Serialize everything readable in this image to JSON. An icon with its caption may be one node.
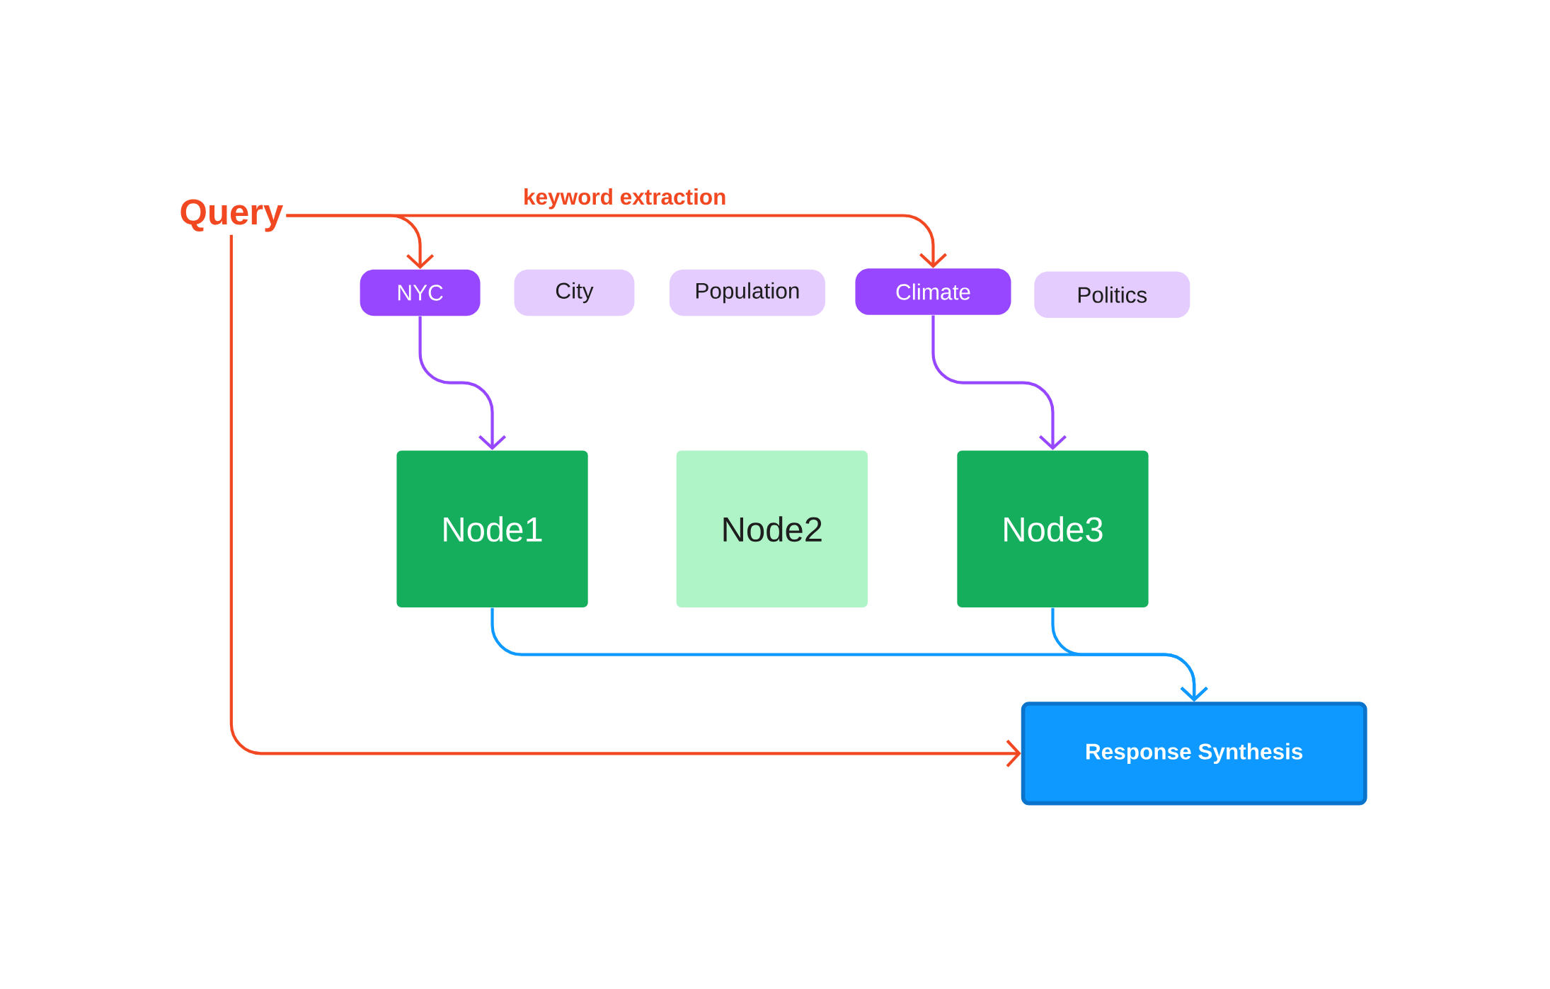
{
  "diagram": {
    "nodes": [
      {
        "text": [
          "Query"
        ]
      },
      {
        "text": [
          "NYC"
        ]
      },
      {
        "text": [
          "City"
        ]
      },
      {
        "text": [
          "Population"
        ]
      },
      {
        "text": [
          "Climate"
        ]
      },
      {
        "text": [
          "Politics"
        ]
      },
      {
        "text": [
          "Node1"
        ]
      },
      {
        "text": [
          "Node2"
        ]
      },
      {
        "text": [
          "Node3"
        ]
      },
      {
        "text": [
          "Response Synthesis"
        ]
      }
    ],
    "edges": [
      {
        "from": 0,
        "to": 1,
        "arrow": "to"
      },
      {
        "from": 0,
        "to": 4,
        "arrow": "to",
        "label": "keyword extraction"
      },
      {
        "from": 0,
        "to": 9,
        "arrow": "to"
      },
      {
        "from": 1,
        "to": 6,
        "arrow": "to",
        "color": "#9747ff"
      },
      {
        "from": 4,
        "to": 8,
        "arrow": "to",
        "color": "#9747ff"
      },
      {
        "from": 6,
        "to": 9,
        "arrow": "to",
        "color": "#0d99ff"
      },
      {
        "from": 8,
        "to": 9,
        "arrow": "to",
        "color": "#0d99ff"
      }
    ]
  }
}
